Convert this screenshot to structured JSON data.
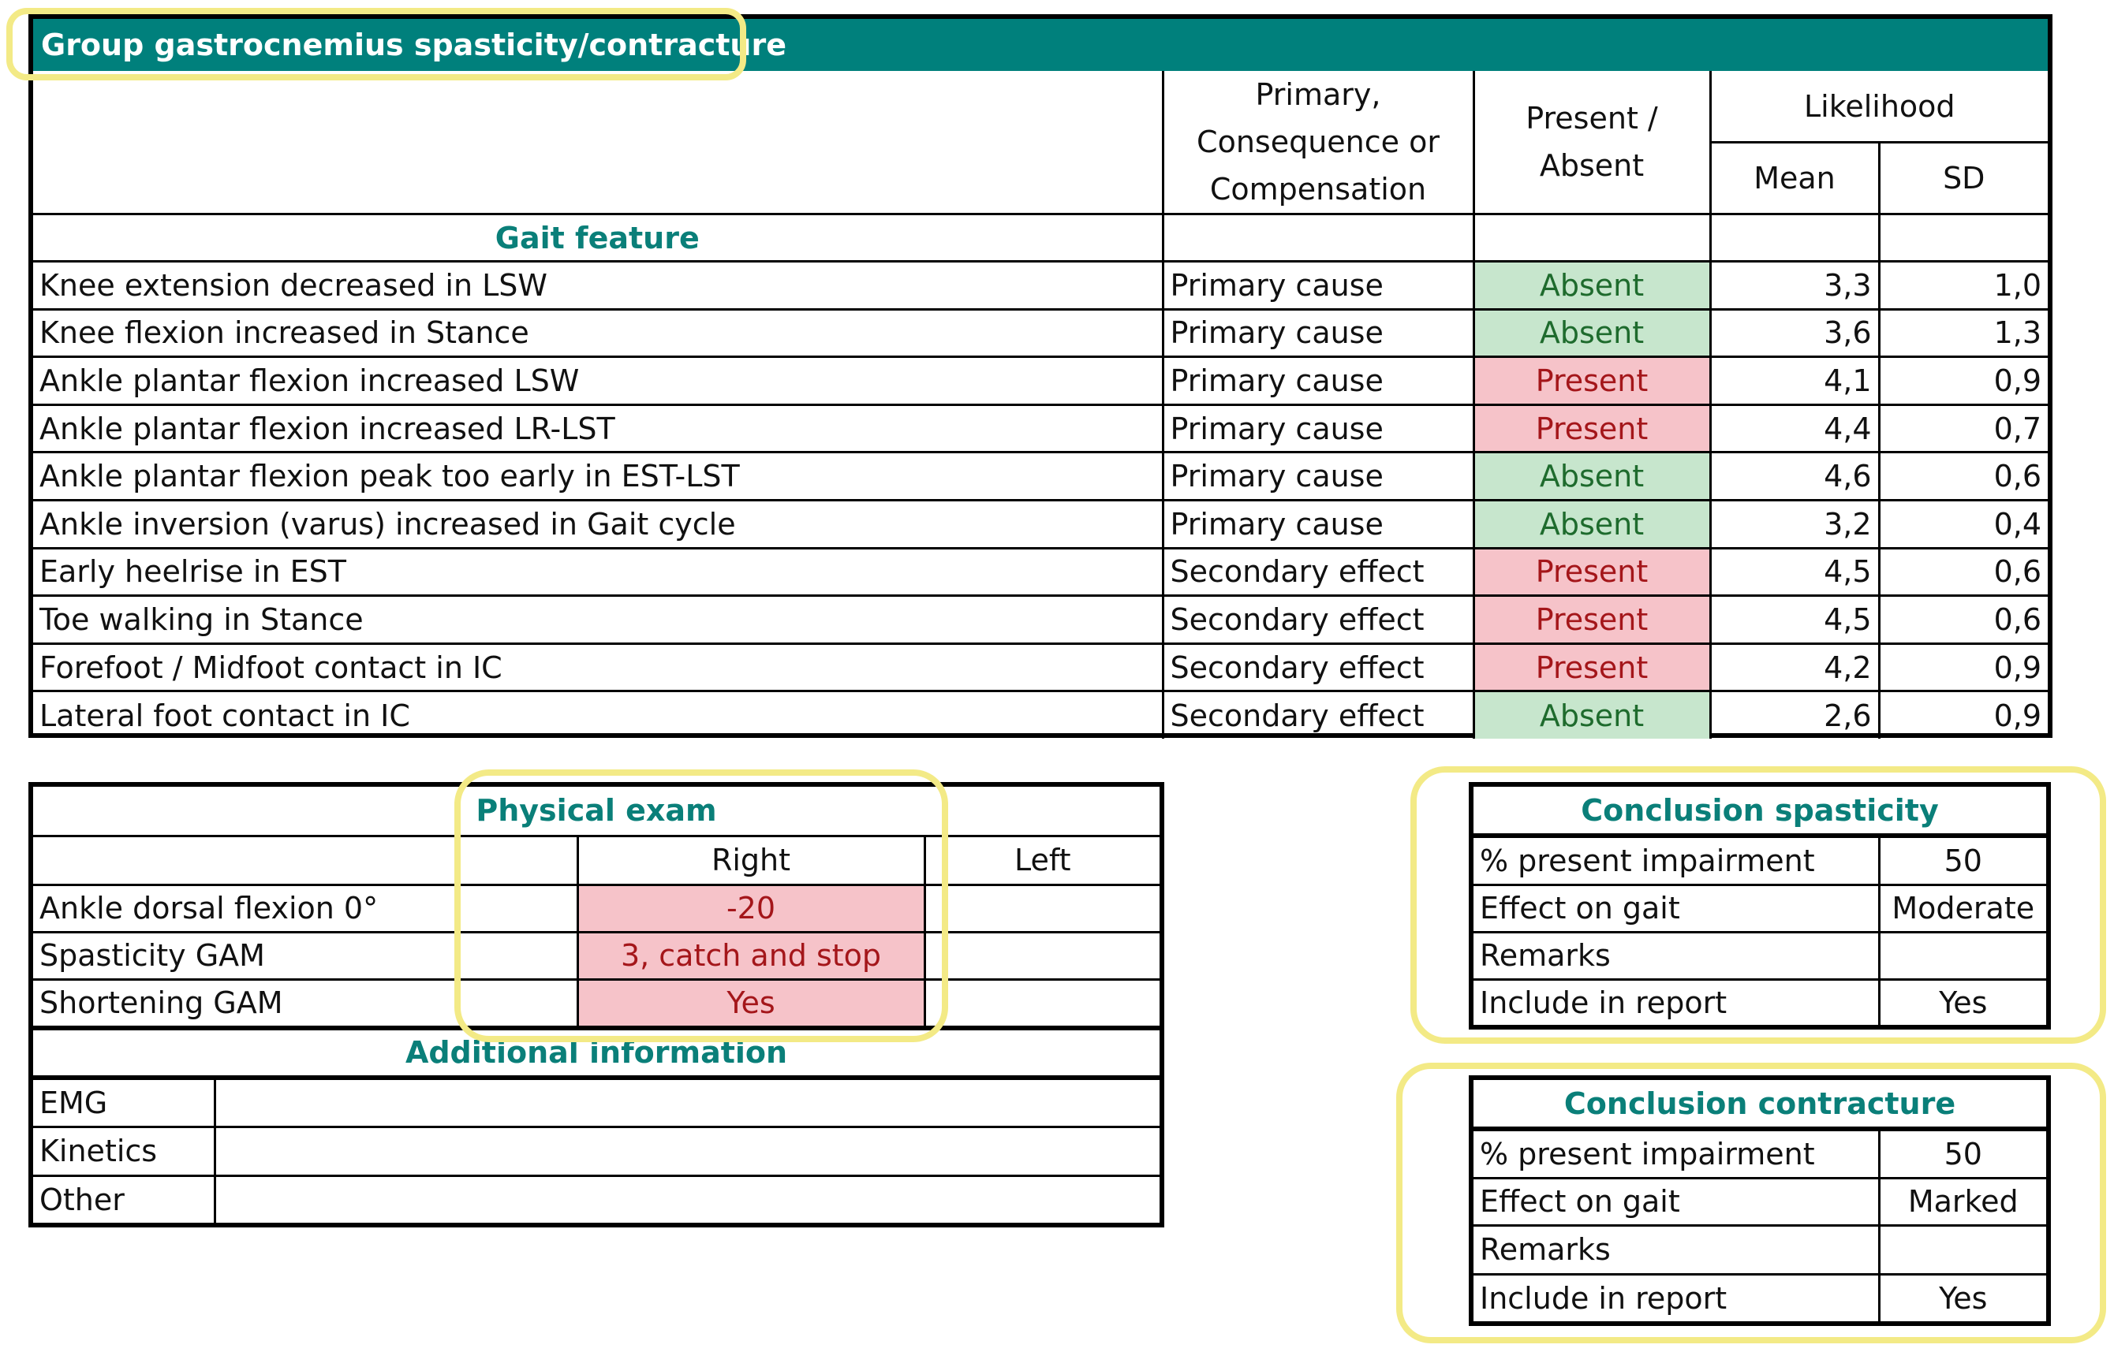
{
  "title": "Group gastrocnemius spasticity/contracture",
  "gait_table": {
    "headers": {
      "primary": "Primary, Consequence or Compensation",
      "present": "Present / Absent",
      "likelihood": "Likelihood",
      "mean": "Mean",
      "sd": "SD",
      "feature": "Gait feature"
    },
    "rows": [
      {
        "feature": "Knee extension decreased in LSW",
        "cause": "Primary cause",
        "status": "Absent",
        "mean": "3,3",
        "sd": "1,0"
      },
      {
        "feature": "Knee flexion increased in Stance",
        "cause": "Primary cause",
        "status": "Absent",
        "mean": "3,6",
        "sd": "1,3"
      },
      {
        "feature": "Ankle plantar flexion increased LSW",
        "cause": "Primary cause",
        "status": "Present",
        "mean": "4,1",
        "sd": "0,9"
      },
      {
        "feature": "Ankle plantar flexion increased LR-LST",
        "cause": "Primary cause",
        "status": "Present",
        "mean": "4,4",
        "sd": "0,7"
      },
      {
        "feature": "Ankle plantar flexion peak too early in EST-LST",
        "cause": "Primary cause",
        "status": "Absent",
        "mean": "4,6",
        "sd": "0,6"
      },
      {
        "feature": "Ankle inversion (varus) increased in Gait cycle",
        "cause": "Primary cause",
        "status": "Absent",
        "mean": "3,2",
        "sd": "0,4"
      },
      {
        "feature": "Early heelrise in EST",
        "cause": "Secondary effect",
        "status": "Present",
        "mean": "4,5",
        "sd": "0,6"
      },
      {
        "feature": "Toe walking in Stance",
        "cause": "Secondary effect",
        "status": "Present",
        "mean": "4,5",
        "sd": "0,6"
      },
      {
        "feature": "Forefoot / Midfoot contact in IC",
        "cause": "Secondary effect",
        "status": "Present",
        "mean": "4,2",
        "sd": "0,9"
      },
      {
        "feature": "Lateral foot contact in IC",
        "cause": "Secondary effect",
        "status": "Absent",
        "mean": "2,6",
        "sd": "0,9"
      }
    ]
  },
  "physical_exam": {
    "title": "Physical exam",
    "right_label": "Right",
    "left_label": "Left",
    "rows": [
      {
        "label": "Ankle dorsal flexion 0°",
        "right": "-20",
        "left": ""
      },
      {
        "label": "Spasticity GAM",
        "right": "3, catch and stop",
        "left": ""
      },
      {
        "label": "Shortening GAM",
        "right": "Yes",
        "left": ""
      }
    ]
  },
  "additional_info": {
    "title": "Additional information",
    "rows": [
      {
        "label": "EMG",
        "value": ""
      },
      {
        "label": "Kinetics",
        "value": ""
      },
      {
        "label": "Other",
        "value": ""
      }
    ]
  },
  "conclusion_spasticity": {
    "title": "Conclusion spasticity",
    "rows": [
      {
        "label": "% present impairment",
        "value": "50"
      },
      {
        "label": "Effect on gait",
        "value": "Moderate"
      },
      {
        "label": "Remarks",
        "value": ""
      },
      {
        "label": "Include in report",
        "value": "Yes"
      }
    ]
  },
  "conclusion_contracture": {
    "title": "Conclusion contracture",
    "rows": [
      {
        "label": "% present impairment",
        "value": "50"
      },
      {
        "label": "Effect on gait",
        "value": "Marked"
      },
      {
        "label": "Remarks",
        "value": ""
      },
      {
        "label": "Include in report",
        "value": "Yes"
      }
    ]
  },
  "colors": {
    "teal_banner": "#00807c",
    "teal_text": "#0a7f79",
    "absent_bg": "#c7e6cd",
    "absent_text": "#1e6b2d",
    "present_bg": "#f6c3c9",
    "present_text": "#a4161a",
    "highlight": "#f3ea86"
  }
}
